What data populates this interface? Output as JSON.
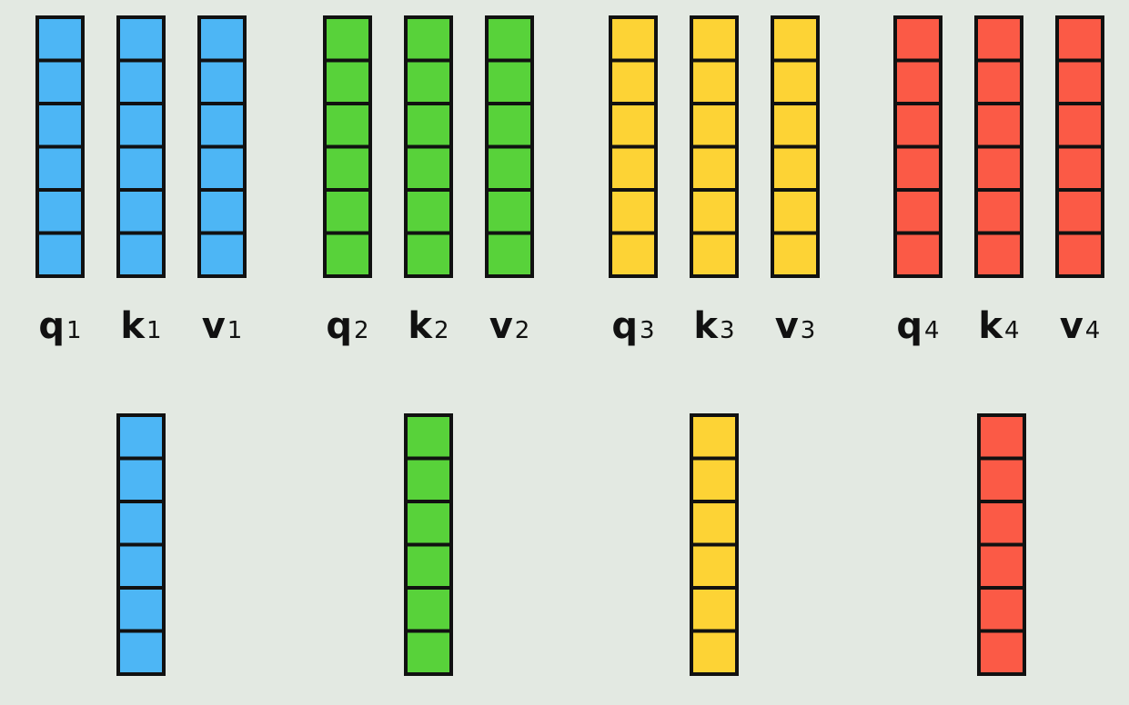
{
  "cells_per_vector": 6,
  "colors": {
    "blue": "#4db6f5",
    "green": "#58d23a",
    "yellow": "#fdd335",
    "red": "#fb5a46",
    "border": "#111111"
  },
  "groups": [
    {
      "color": "blue",
      "vectors": [
        {
          "base": "q",
          "sub": "1"
        },
        {
          "base": "k",
          "sub": "1"
        },
        {
          "base": "v",
          "sub": "1"
        }
      ]
    },
    {
      "color": "green",
      "vectors": [
        {
          "base": "q",
          "sub": "2"
        },
        {
          "base": "k",
          "sub": "2"
        },
        {
          "base": "v",
          "sub": "2"
        }
      ]
    },
    {
      "color": "yellow",
      "vectors": [
        {
          "base": "q",
          "sub": "3"
        },
        {
          "base": "k",
          "sub": "3"
        },
        {
          "base": "v",
          "sub": "3"
        }
      ]
    },
    {
      "color": "red",
      "vectors": [
        {
          "base": "q",
          "sub": "4"
        },
        {
          "base": "k",
          "sub": "4"
        },
        {
          "base": "v",
          "sub": "4"
        }
      ]
    }
  ],
  "outputs": [
    {
      "color": "blue"
    },
    {
      "color": "green"
    },
    {
      "color": "yellow"
    },
    {
      "color": "red"
    }
  ]
}
